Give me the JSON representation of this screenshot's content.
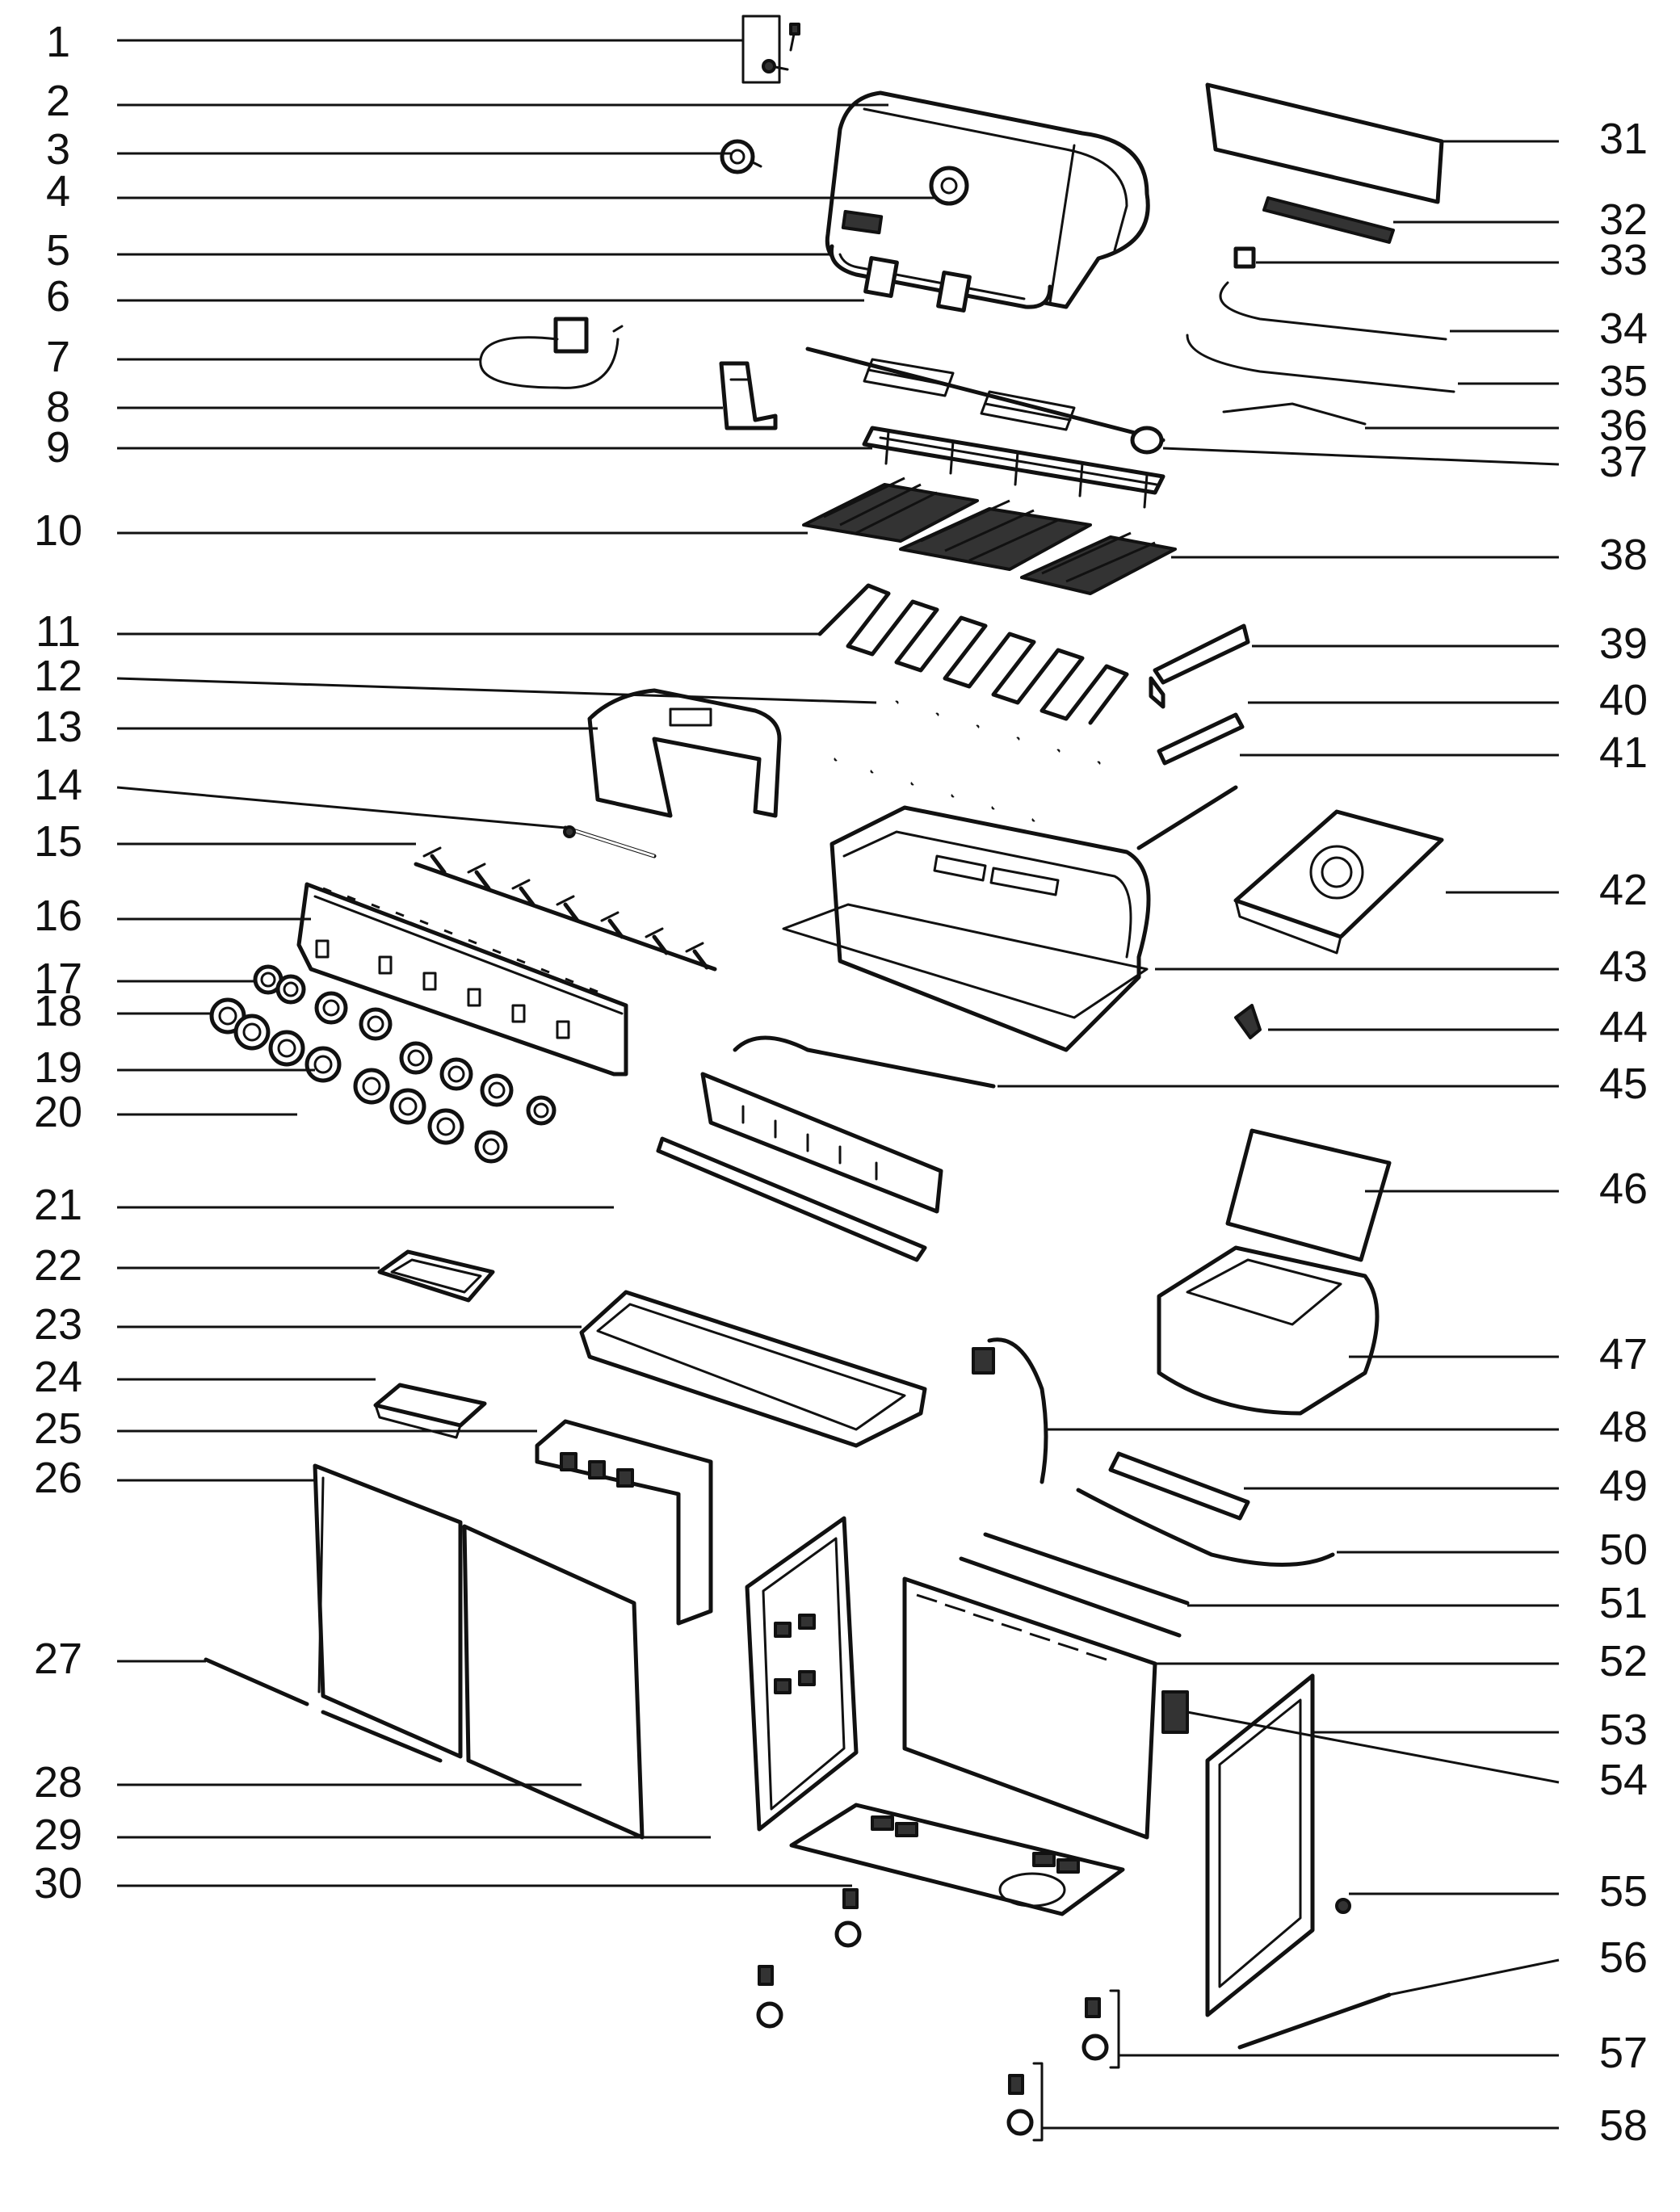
{
  "colors": {
    "ink": "#111111",
    "paper": "#ffffff",
    "shade": "#333333"
  },
  "callouts": [
    {
      "n": "1"
    },
    {
      "n": "2"
    },
    {
      "n": "3"
    },
    {
      "n": "4"
    },
    {
      "n": "5"
    },
    {
      "n": "6"
    },
    {
      "n": "7"
    },
    {
      "n": "8"
    },
    {
      "n": "9"
    },
    {
      "n": "10"
    },
    {
      "n": "11"
    },
    {
      "n": "12"
    },
    {
      "n": "13"
    },
    {
      "n": "14"
    },
    {
      "n": "15"
    },
    {
      "n": "16"
    },
    {
      "n": "17"
    },
    {
      "n": "18"
    },
    {
      "n": "19"
    },
    {
      "n": "20"
    },
    {
      "n": "21"
    },
    {
      "n": "22"
    },
    {
      "n": "23"
    },
    {
      "n": "24"
    },
    {
      "n": "25"
    },
    {
      "n": "26"
    },
    {
      "n": "27"
    },
    {
      "n": "28"
    },
    {
      "n": "29"
    },
    {
      "n": "30"
    },
    {
      "n": "31"
    },
    {
      "n": "32"
    },
    {
      "n": "33"
    },
    {
      "n": "34"
    },
    {
      "n": "35"
    },
    {
      "n": "36"
    },
    {
      "n": "37"
    },
    {
      "n": "38"
    },
    {
      "n": "39"
    },
    {
      "n": "40"
    },
    {
      "n": "41"
    },
    {
      "n": "42"
    },
    {
      "n": "43"
    },
    {
      "n": "44"
    },
    {
      "n": "45"
    },
    {
      "n": "46"
    },
    {
      "n": "47"
    },
    {
      "n": "48"
    },
    {
      "n": "49"
    },
    {
      "n": "50"
    },
    {
      "n": "51"
    },
    {
      "n": "52"
    },
    {
      "n": "53"
    },
    {
      "n": "54"
    },
    {
      "n": "55"
    },
    {
      "n": "56"
    },
    {
      "n": "57"
    },
    {
      "n": "58"
    }
  ]
}
